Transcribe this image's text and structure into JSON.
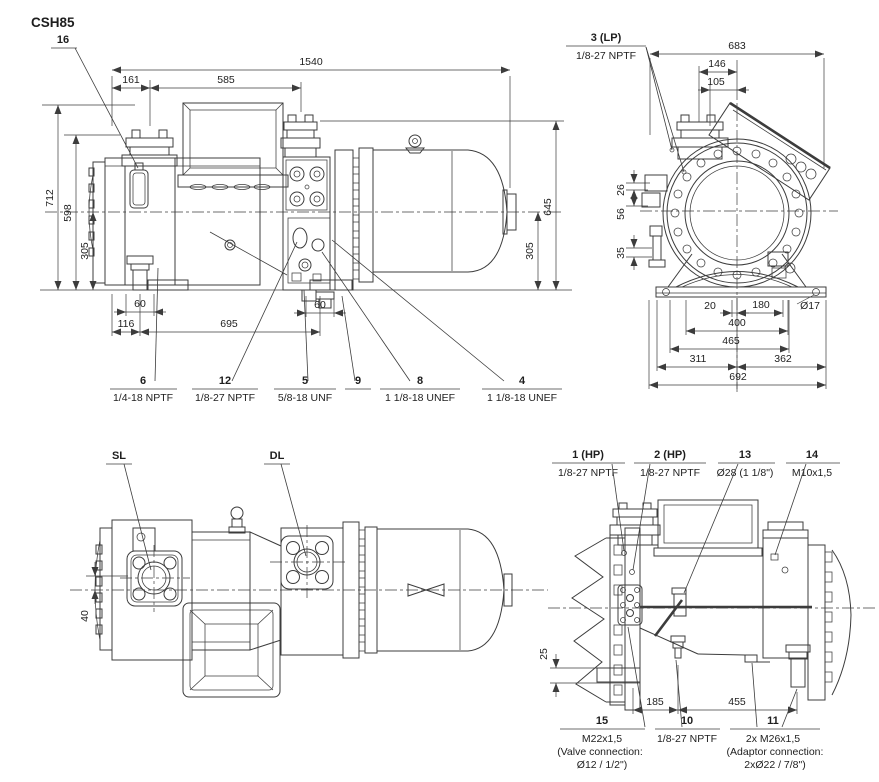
{
  "title": "CSH85",
  "colors": {
    "line": "#3c3c3c",
    "text": "#1e1e1e",
    "background": "#ffffff"
  },
  "views": {
    "side_top": {
      "callout_16": {
        "num": "16"
      },
      "ports": [
        {
          "num": "6",
          "spec": "1/4-18 NPTF"
        },
        {
          "num": "12",
          "spec": "1/8-27 NPTF"
        },
        {
          "num": "5",
          "spec": "5/8-18 UNF"
        },
        {
          "num": "9",
          "spec": ""
        },
        {
          "num": "8",
          "spec": "1 1/8-18 UNEF"
        },
        {
          "num": "4",
          "spec": "1 1/8-18 UNEF"
        }
      ],
      "dims": {
        "total_length": "1540",
        "d161": "161",
        "d585": "585",
        "total_height": "712",
        "d598": "598",
        "d305_left": "305",
        "d645": "645",
        "d305_right": "305",
        "d60_left": "60",
        "d116": "116",
        "d695": "695",
        "d60_right": "60"
      }
    },
    "end_right": {
      "callout_3": {
        "num": "3 (LP)",
        "spec": "1/8-27 NPTF"
      },
      "dims": {
        "total_width": "683",
        "d146": "146",
        "d105": "105",
        "d26": "26",
        "d56": "56",
        "d35": "35",
        "d20": "20",
        "d180": "180",
        "d400": "400",
        "d465": "465",
        "d311": "311",
        "d362": "362",
        "d692": "692",
        "foot_hole": "Ø17"
      }
    },
    "top_bottom": {
      "callout_sl": "SL",
      "callout_dl": "DL",
      "dims": {
        "d40": "40"
      }
    },
    "side_bottom": {
      "ports_top": [
        {
          "num": "1 (HP)",
          "spec": "1/8-27 NPTF"
        },
        {
          "num": "2 (HP)",
          "spec": "1/8-27 NPTF"
        },
        {
          "num": "13",
          "spec": "Ø28 (1 1/8\")"
        },
        {
          "num": "14",
          "spec": "M10x1,5"
        }
      ],
      "ports_bottom": [
        {
          "num": "15",
          "spec": "M22x1,5",
          "note1": "(Valve connection:",
          "note2": "Ø12 / 1/2\")"
        },
        {
          "num": "10",
          "spec": "1/8-27 NPTF",
          "note1": "",
          "note2": ""
        },
        {
          "num": "11",
          "spec": "2x M26x1,5",
          "note1": "(Adaptor connection:",
          "note2": "2xØ22 / 7/8\")"
        }
      ],
      "dims": {
        "d25": "25",
        "d185": "185",
        "d455": "455"
      }
    }
  }
}
